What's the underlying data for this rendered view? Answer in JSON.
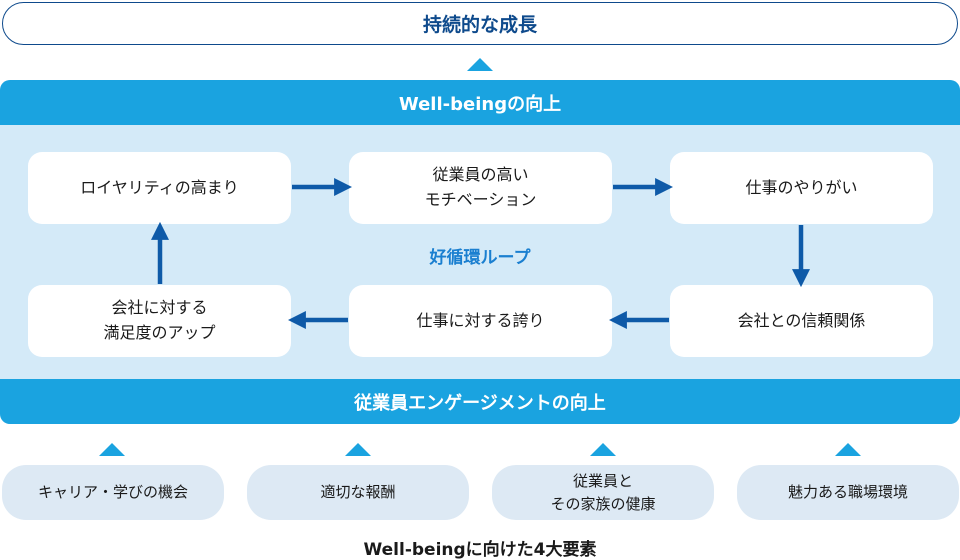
{
  "top": {
    "title": "持続的な成長"
  },
  "panel": {
    "header": "Well-beingの向上",
    "footer": "従業員エンゲージメントの向上",
    "loop_label": "好循環ループ",
    "nodes": {
      "loyalty": "ロイヤリティの高まり",
      "motivation": "従業員の高い\nモチベーション",
      "rewarding_work": "仕事のやりがい",
      "trust": "会社との信頼関係",
      "pride": "仕事に対する誇り",
      "satisfaction": "会社に対する\n満足度のアップ"
    }
  },
  "factors": [
    "キャリア・学びの機会",
    "適切な報酬",
    "従業員と\nその家族の健康",
    "魅力ある職場環境"
  ],
  "caption": "Well-beingに向けた4大要素",
  "colors": {
    "accent": "#1aa3e0",
    "panel_bg": "#d4eaf8",
    "arrow": "#0e5aa8",
    "title": "#0e4a8c",
    "factor_bg": "#dde9f4"
  }
}
